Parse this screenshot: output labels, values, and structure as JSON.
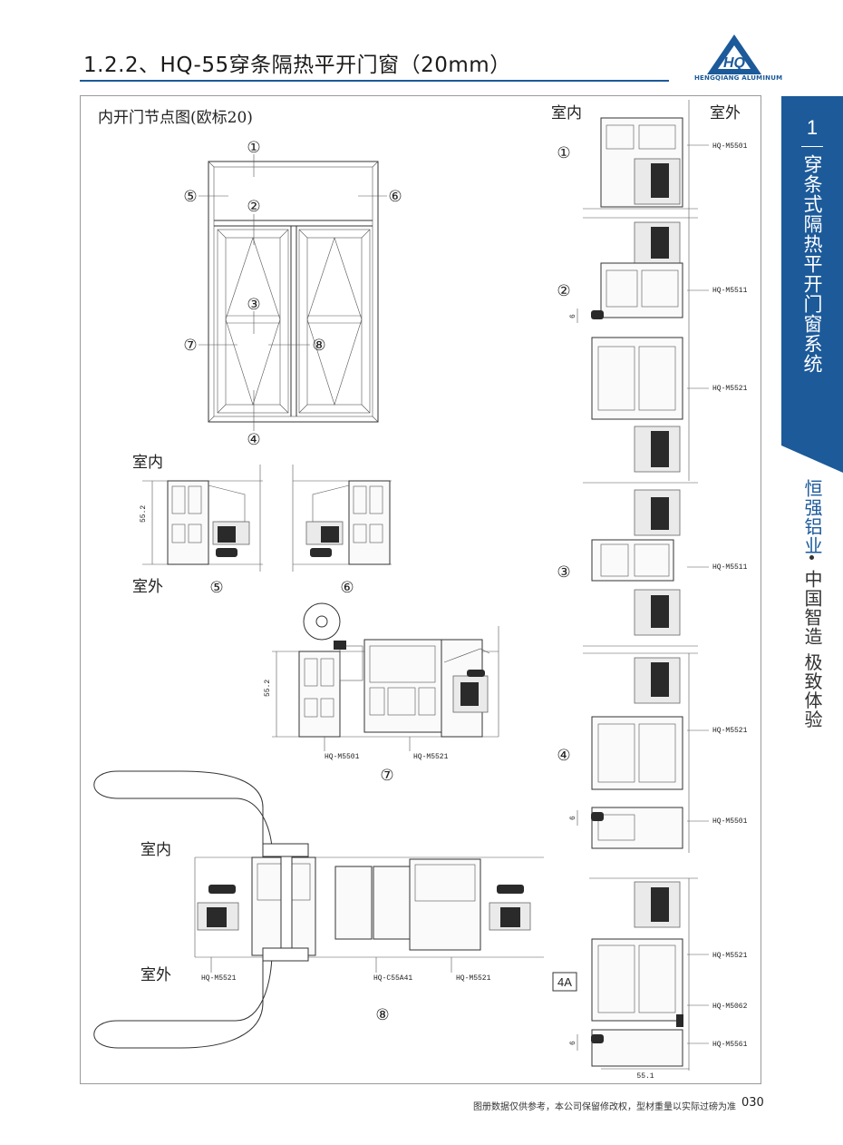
{
  "header": {
    "title": "1.2.2、HQ-55穿条隔热平开门窗（20mm）",
    "logo_text": "HENGQIANG ALUMINUM",
    "logo_letters": "HQ"
  },
  "side_tab": {
    "number": "1",
    "title": "穿条式隔热平开门窗系统",
    "brand": "恒强铝业",
    "slogan": "中国智造 极致体验",
    "color": "#1c5a9a"
  },
  "diagram": {
    "elevation_title": "内开门节点图(欧标20)",
    "indoor": "室内",
    "outdoor": "室外",
    "circle_labels": [
      "①",
      "②",
      "③",
      "④",
      "⑤",
      "⑥",
      "⑦",
      "⑧"
    ],
    "tag_4a": "4A",
    "dims": {
      "d552": "55.2",
      "d6": "6",
      "d551": "55.1"
    },
    "codes": {
      "m5501": "HQ-M5501",
      "m5511": "HQ-M5511",
      "m5521": "HQ-M5521",
      "m5062": "HQ-M5062",
      "m5561": "HQ-M5561",
      "c55a41": "HQ-C55A41"
    }
  },
  "footer": {
    "note": "图册数据仅供参考，本公司保留修改权，型材重量以实际过磅为准",
    "page": "030"
  }
}
